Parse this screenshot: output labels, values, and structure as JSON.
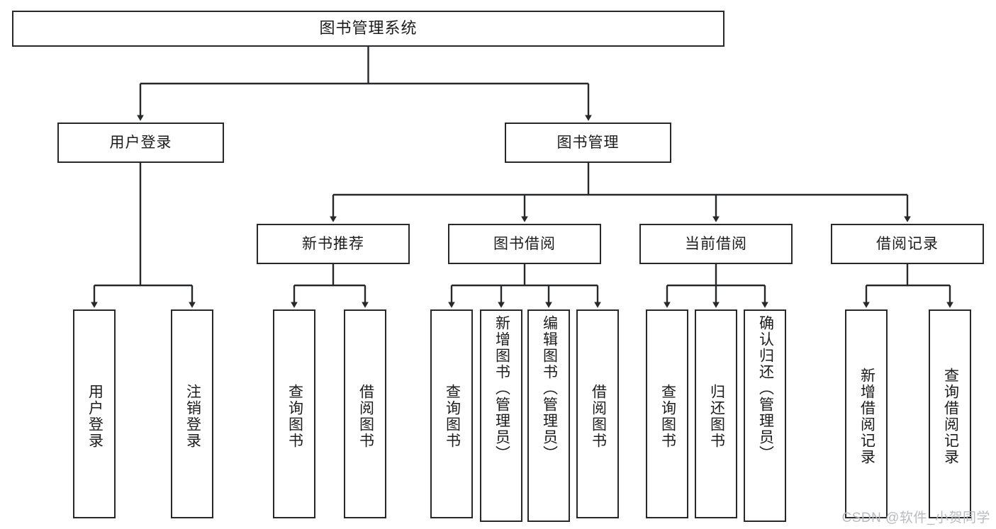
{
  "diagram": {
    "title": "图书管理系统",
    "type": "tree",
    "stroke_color": "#27282a",
    "text_color": "#1c1c1c",
    "background": "#ffffff",
    "nodes": {
      "root": {
        "label": "图书管理系统"
      },
      "level2": [
        {
          "id": "user-login",
          "label": "用户登录"
        },
        {
          "id": "book-management",
          "label": "图书管理"
        }
      ],
      "level3": [
        {
          "id": "new-book-recommend",
          "label": "新书推荐"
        },
        {
          "id": "book-borrow",
          "label": "图书借阅"
        },
        {
          "id": "current-borrow",
          "label": "当前借阅"
        },
        {
          "id": "borrow-record",
          "label": "借阅记录"
        }
      ],
      "leaves": {
        "user_login": [
          {
            "id": "leaf-user-login",
            "label": "用户登录"
          },
          {
            "id": "leaf-logout-login",
            "label": "注销登录"
          }
        ],
        "new_book_recommend": [
          {
            "id": "leaf-query-book-1",
            "label": "查询图书"
          },
          {
            "id": "leaf-borrow-book-1",
            "label": "借阅图书"
          }
        ],
        "book_borrow": [
          {
            "id": "leaf-query-book-2",
            "label": "查询图书"
          },
          {
            "id": "leaf-add-book",
            "label": "新增图书（管理员）"
          },
          {
            "id": "leaf-edit-book",
            "label": "编辑图书（管理员）"
          },
          {
            "id": "leaf-borrow-book-2",
            "label": "借阅图书"
          }
        ],
        "current_borrow": [
          {
            "id": "leaf-query-book-3",
            "label": "查询图书"
          },
          {
            "id": "leaf-return-book",
            "label": "归还图书"
          },
          {
            "id": "leaf-confirm-return",
            "label": "确认归还（管理员）"
          }
        ],
        "borrow_record": [
          {
            "id": "leaf-add-borrow-record",
            "label": "新增借阅记录"
          },
          {
            "id": "leaf-query-borrow-record",
            "label": "查询借阅记录"
          }
        ]
      }
    },
    "watermark": "CSDN @软件_小贺同学"
  }
}
